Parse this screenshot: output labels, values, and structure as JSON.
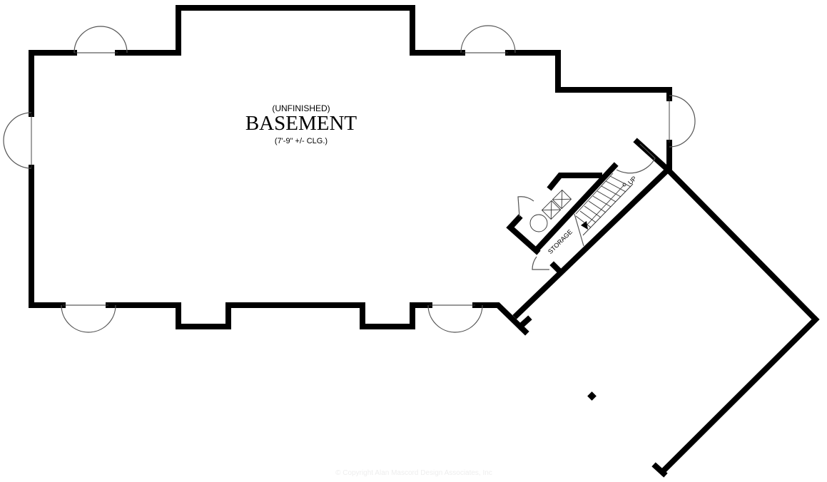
{
  "plan": {
    "room_note": "(UNFINISHED)",
    "room_name": "BASEMENT",
    "ceiling": "(7'-9\"  +/-  CLG.)",
    "storage_label": "STORAGE",
    "stair_label": "UP",
    "copyright": "© Copyright Alan Mascord Design Associates, Inc"
  },
  "colors": {
    "wall": "#000000",
    "door": "#555555",
    "watermark": "#eeeeee"
  }
}
